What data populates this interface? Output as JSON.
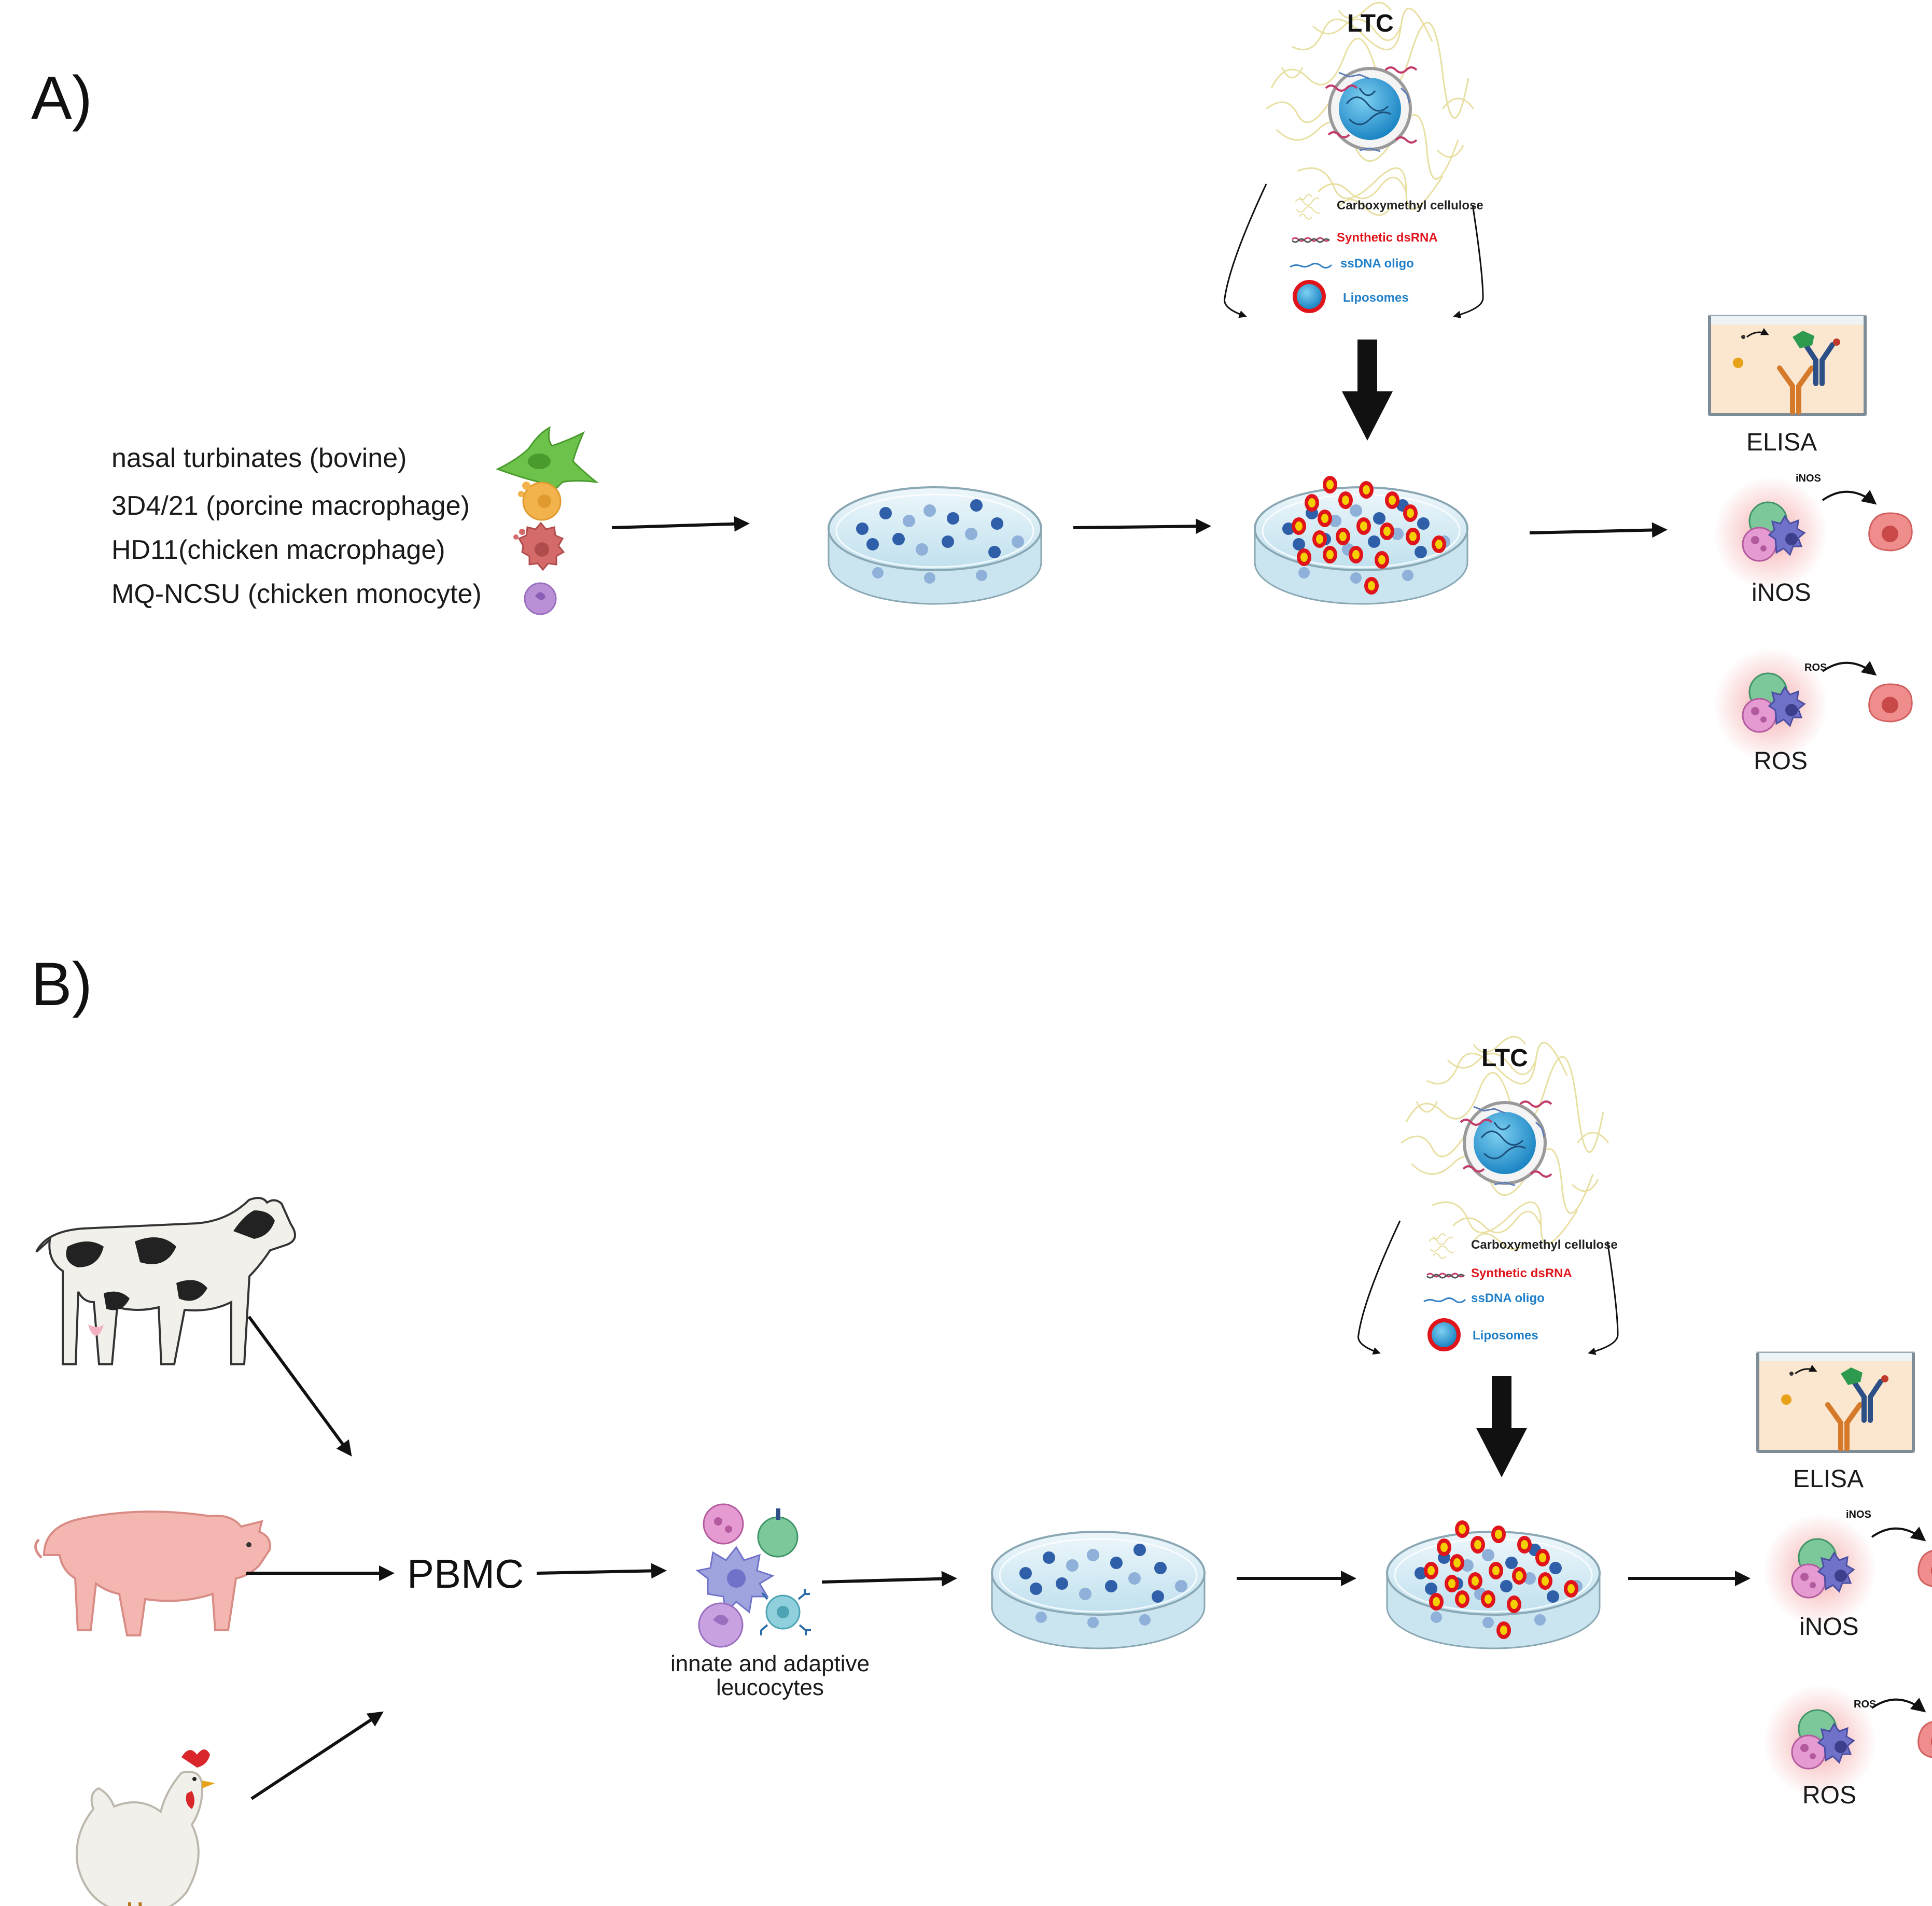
{
  "panels": {
    "a": "A)",
    "b": "B)"
  },
  "ltc": {
    "title": "LTC",
    "legend": {
      "cmc": "Carboxymethyl cellulose",
      "dsrna": "Synthetic dsRNA",
      "ssdna": "ssDNA oligo",
      "liposomes": "Liposomes"
    }
  },
  "cell_lines": [
    "nasal turbinates (bovine)",
    "3D4/21 (porcine macrophage)",
    "HD11(chicken macrophage)",
    "MQ-NCSU (chicken monocyte)"
  ],
  "assays": {
    "elisa": "ELISA",
    "inos": "iNOS",
    "ros": "ROS"
  },
  "pbmc": "PBMC",
  "leucocytes": "innate and adaptive leucocytes",
  "colors": {
    "liposome_red": "#e0141b",
    "liposome_blue": "#2e9fd6",
    "cell_dark_blue": "#2f5fa8",
    "cell_light_blue": "#8fb0d8",
    "dish": "#d6ecf5",
    "cmc_yellow": "#e8dfa0",
    "bovine_cell": "#6cc24a",
    "porcine_cell": "#f2b24c",
    "chicken_macrophage": "#d46a6a",
    "chicken_monocyte": "#b98fd6"
  },
  "icons": {
    "animals": [
      "cow-icon",
      "pig-icon",
      "chicken-icon"
    ],
    "equipment": [
      "petri-dish-icon",
      "elisa-well-icon"
    ]
  }
}
